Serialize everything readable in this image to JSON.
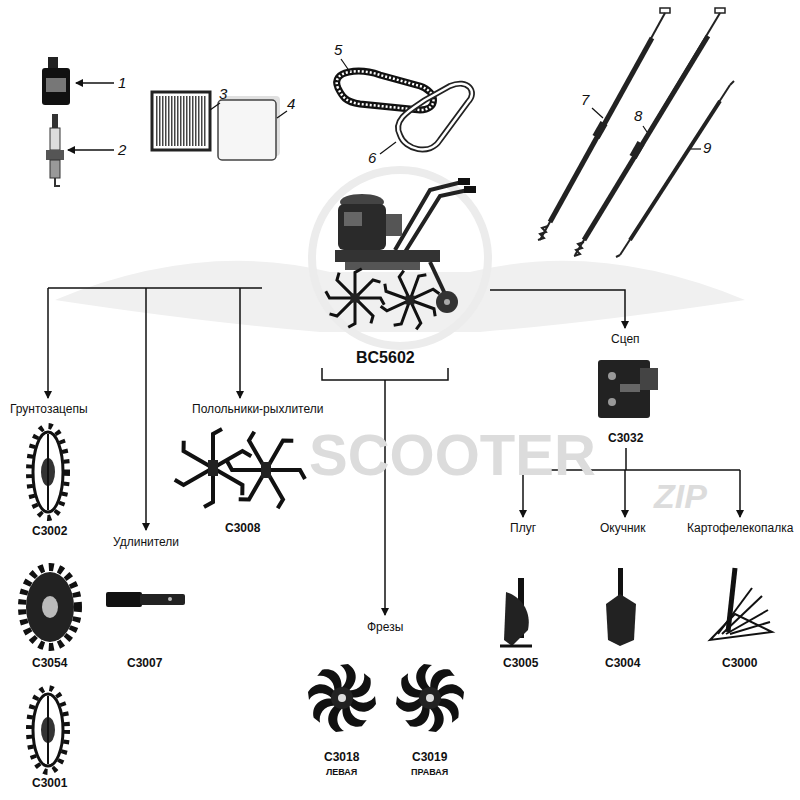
{
  "diagram": {
    "labels": [
      "1",
      "2",
      "3",
      "4",
      "5",
      "6",
      "7",
      "8",
      "9",
      "BC5602",
      "Грунтозацепы",
      "C3002",
      "C3054",
      "C3001",
      "Удлинители",
      "C3007",
      "Полольники-рыхлители",
      "C3008",
      "Сцеп",
      "C3032",
      "Плуг",
      "C3005",
      "Окучник",
      "C3004",
      "Картофелекопалка",
      "C3000",
      "Фрезы",
      "C3018",
      "ЛЕВАЯ",
      "C3019",
      "ПРАВАЯ",
      "SCOOTER",
      "ZIP"
    ]
  }
}
